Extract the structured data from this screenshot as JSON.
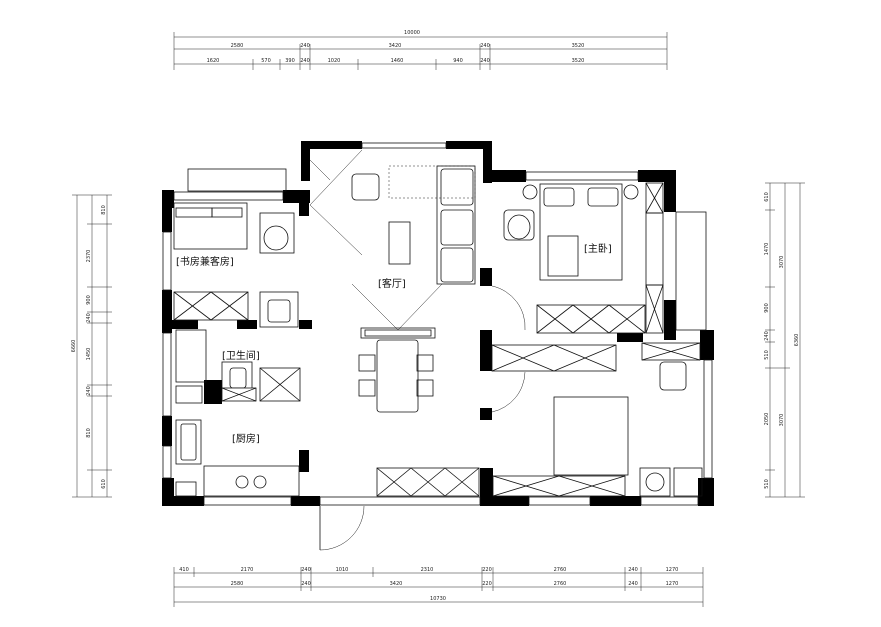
{
  "rooms": {
    "study": "[书房兼客房]",
    "living": "[客厅]",
    "master": "[主卧]",
    "bath": "[卫生间]",
    "kitchen": "[厨房]"
  },
  "dims_top": {
    "total": "10000",
    "row2": [
      "2580",
      "240",
      "3420",
      "240",
      "3520"
    ],
    "row3": [
      "1620",
      "570",
      "390",
      "240",
      "1020",
      "1460",
      "940",
      "240",
      "3520"
    ]
  },
  "dims_bottom": {
    "row1": [
      "410",
      "2170",
      "240",
      "1010",
      "2310",
      "220",
      "2760",
      "240",
      "1270"
    ],
    "row2": [
      "2580",
      "240",
      "3420",
      "220",
      "2760",
      "240",
      "1270"
    ],
    "total": "10730"
  },
  "dims_left": {
    "total": "6660",
    "segments": [
      "810",
      "2370",
      "900",
      "240",
      "1450",
      "240",
      "810",
      "610"
    ]
  },
  "dims_right": {
    "total": "6360",
    "col1": [
      "610",
      "1470",
      "900",
      "240",
      "510",
      "2050",
      "510"
    ],
    "col2": [
      "3070",
      "3070"
    ]
  }
}
